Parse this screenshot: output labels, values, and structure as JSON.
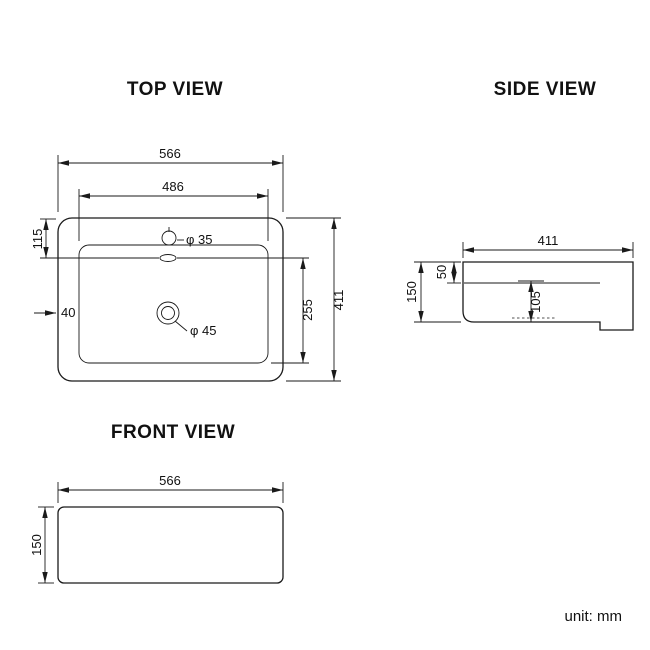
{
  "unit_label": "unit: mm",
  "views": {
    "top": {
      "title": "TOP VIEW",
      "dims": {
        "overall_width": "566",
        "basin_width": "486",
        "faucet_offset": "115",
        "rim_gap": "40",
        "basin_depth": "255",
        "overall_depth": "411",
        "faucet_hole_dia": "φ 35",
        "drain_hole_dia": "φ 45"
      }
    },
    "side": {
      "title": "SIDE VIEW",
      "dims": {
        "overall_depth": "411",
        "rim_thickness": "50",
        "overall_height": "150",
        "bowl_depth": "105"
      }
    },
    "front": {
      "title": "FRONT VIEW",
      "dims": {
        "overall_width": "566",
        "overall_height": "150"
      }
    }
  }
}
